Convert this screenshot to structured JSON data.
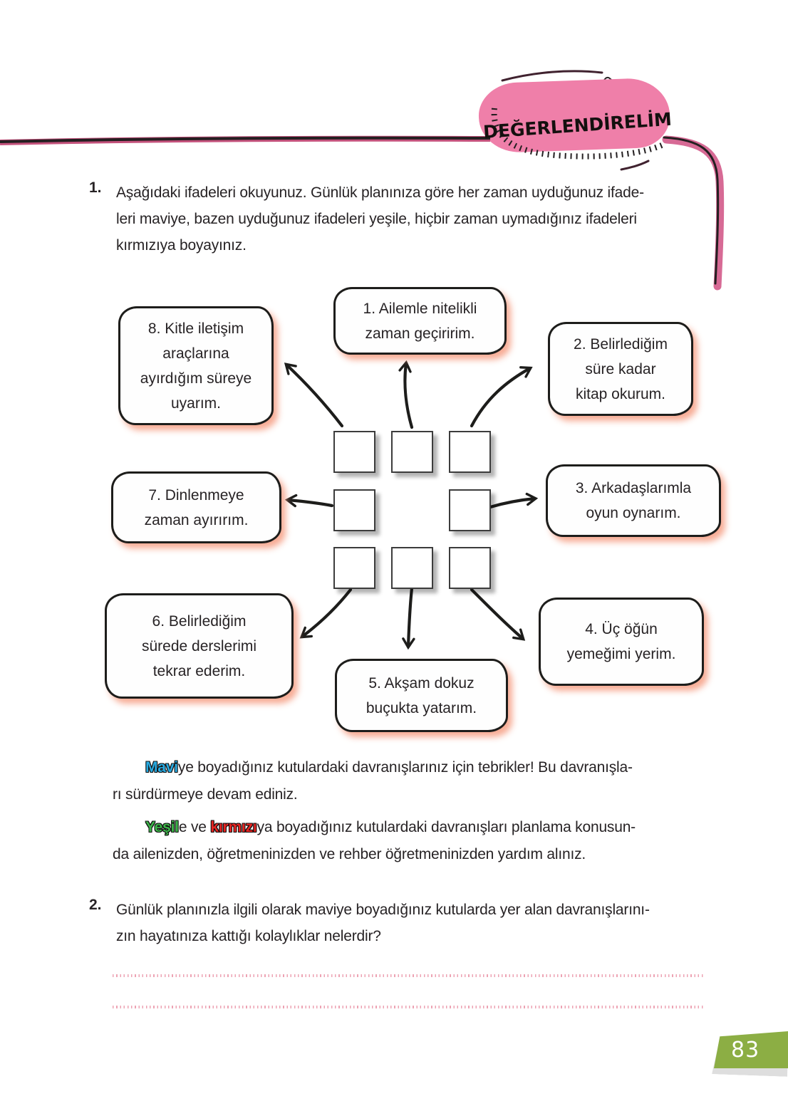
{
  "banner": {
    "title": "DEĞERLENDİRELİM"
  },
  "colors": {
    "banner_pink": "#ef7fa9",
    "highlight_blue": "#29abe2",
    "highlight_green": "#3db54a",
    "highlight_red": "#e52421",
    "badge_green": "#8cae44",
    "answer_line_pink": "#eda4b4",
    "bubble_glow": "#f69e82"
  },
  "questions": {
    "q1": {
      "number": "1.",
      "lines": [
        "Aşağıdaki ifadeleri okuyunuz. Günlük planınıza göre her zaman uyduğunuz ifade-",
        "leri maviye, bazen uyduğunuz ifadeleri yeşile, hiçbir zaman uymadığınız ifadeleri",
        "kırmızıya boyayınız."
      ]
    },
    "q2": {
      "number": "2.",
      "lines": [
        "Günlük planınızla ilgili olarak maviye boyadığınız kutularda yer alan davranışlarını-",
        "zın hayatınıza kattığı kolaylıklar nelerdir?"
      ]
    }
  },
  "diagram": {
    "bubbles": [
      {
        "text": "1. Ailemle nitelikli\nzaman geçiririm."
      },
      {
        "text": "2. Belirlediğim\nsüre kadar\nkitap okurum."
      },
      {
        "text": "3. Arkadaşlarımla\noyun oynarım."
      },
      {
        "text": "4. Üç öğün\nyemeğimi yerim."
      },
      {
        "text": "5. Akşam dokuz\nbuçukta yatarım."
      },
      {
        "text": "6. Belirlediğim\nsürede derslerimi\ntekrar ederim."
      },
      {
        "text": "7. Dinlenmeye\nzaman ayırırım."
      },
      {
        "text": "8. Kitle iletişim\naraçlarına\nayırdığım süreye\nuyarım."
      }
    ]
  },
  "feedback": {
    "p1": {
      "highlight": "Mavi",
      "line1_rest": "ye boyadığınız kutulardaki davranışlarınız için tebrikler! Bu davranışla-",
      "line2": "rı sürdürmeye devam ediniz."
    },
    "p2": {
      "highlight1": "Yeşil",
      "mid": "e ve ",
      "highlight2": "kırmızı",
      "line1_rest": "ya boyadığınız kutulardaki davranışları planlama konusun-",
      "line2": "da ailenizden, öğretmeninizden ve rehber öğretmeninizden yardım alınız."
    }
  },
  "page": {
    "number": "83"
  }
}
